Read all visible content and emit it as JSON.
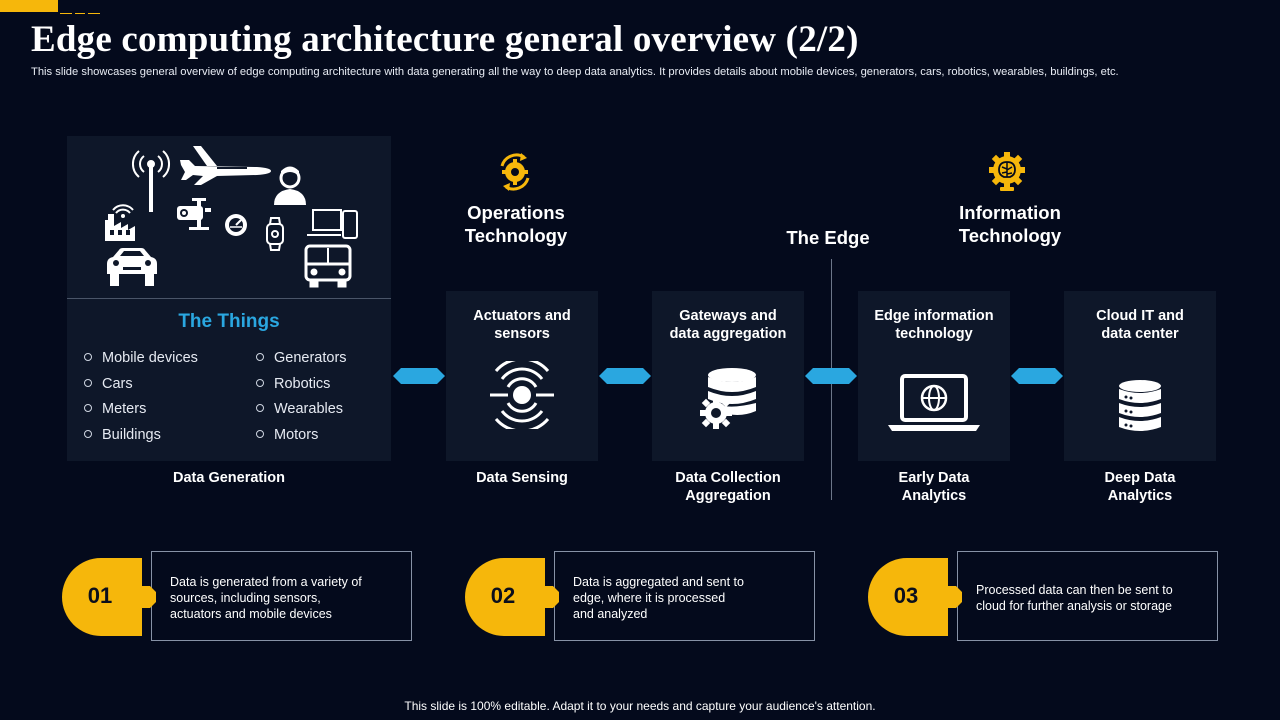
{
  "title": "Edge computing architecture general overview (2/2)",
  "subtitle": "This slide showcases general overview of edge computing architecture with data generating all the way to deep data analytics. It provides details about mobile devices, generators, cars, robotics, wearables, buildings, etc.",
  "colors": {
    "background": "#040a1c",
    "panel": "#0e1729",
    "accent": "#f6b70b",
    "connector": "#2aa7e0",
    "things_title": "#2aa7e0"
  },
  "things": {
    "title": "The Things",
    "left_items": [
      "Mobile devices",
      "Cars",
      "Meters",
      "Buildings"
    ],
    "right_items": [
      "Generators",
      "Robotics",
      "Wearables",
      "Motors"
    ],
    "icons": [
      "antenna-icon",
      "airplane-icon",
      "person-icon",
      "factory-wifi-icon",
      "robot-icon",
      "meter-icon",
      "laptop-phone-icon",
      "smartwatch-icon",
      "car-icon",
      "bus-icon"
    ]
  },
  "sections": {
    "operations": {
      "label": "Operations Technology",
      "line1": "Operations",
      "line2": "Technology",
      "icon": "gear-cycle-icon"
    },
    "edge": {
      "label": "The Edge"
    },
    "information": {
      "label": "Information Technology",
      "line1": "Information",
      "line2": "Technology",
      "icon": "brain-gear-icon"
    }
  },
  "stages": [
    {
      "card_line1": "Actuators and",
      "card_line2": "sensors",
      "label_line1": "Data Sensing",
      "label_line2": "",
      "icon": "sensor-icon"
    },
    {
      "card_line1": "Gateways and",
      "card_line2": "data aggregation",
      "label_line1": "Data Collection",
      "label_line2": "Aggregation",
      "icon": "database-gear-icon"
    },
    {
      "card_line1": "Edge information",
      "card_line2": "technology",
      "label_line1": "Early Data",
      "label_line2": "Analytics",
      "icon": "laptop-globe-icon"
    },
    {
      "card_line1": "Cloud IT and",
      "card_line2": "data center",
      "label_line1": "Deep Data",
      "label_line2": "Analytics",
      "icon": "server-icon"
    }
  ],
  "data_generation_label": "Data Generation",
  "notes": [
    {
      "number": "01",
      "lines": [
        "Data is generated from a variety of",
        "sources, including sensors,",
        "actuators and mobile devices"
      ]
    },
    {
      "number": "02",
      "lines": [
        "Data is aggregated and sent to",
        "edge, where it is processed",
        "and analyzed"
      ]
    },
    {
      "number": "03",
      "lines": [
        "Processed data can then be sent to",
        "cloud for further analysis or storage"
      ]
    }
  ],
  "footer": "This slide is 100% editable. Adapt it to your needs and capture your audience's attention."
}
